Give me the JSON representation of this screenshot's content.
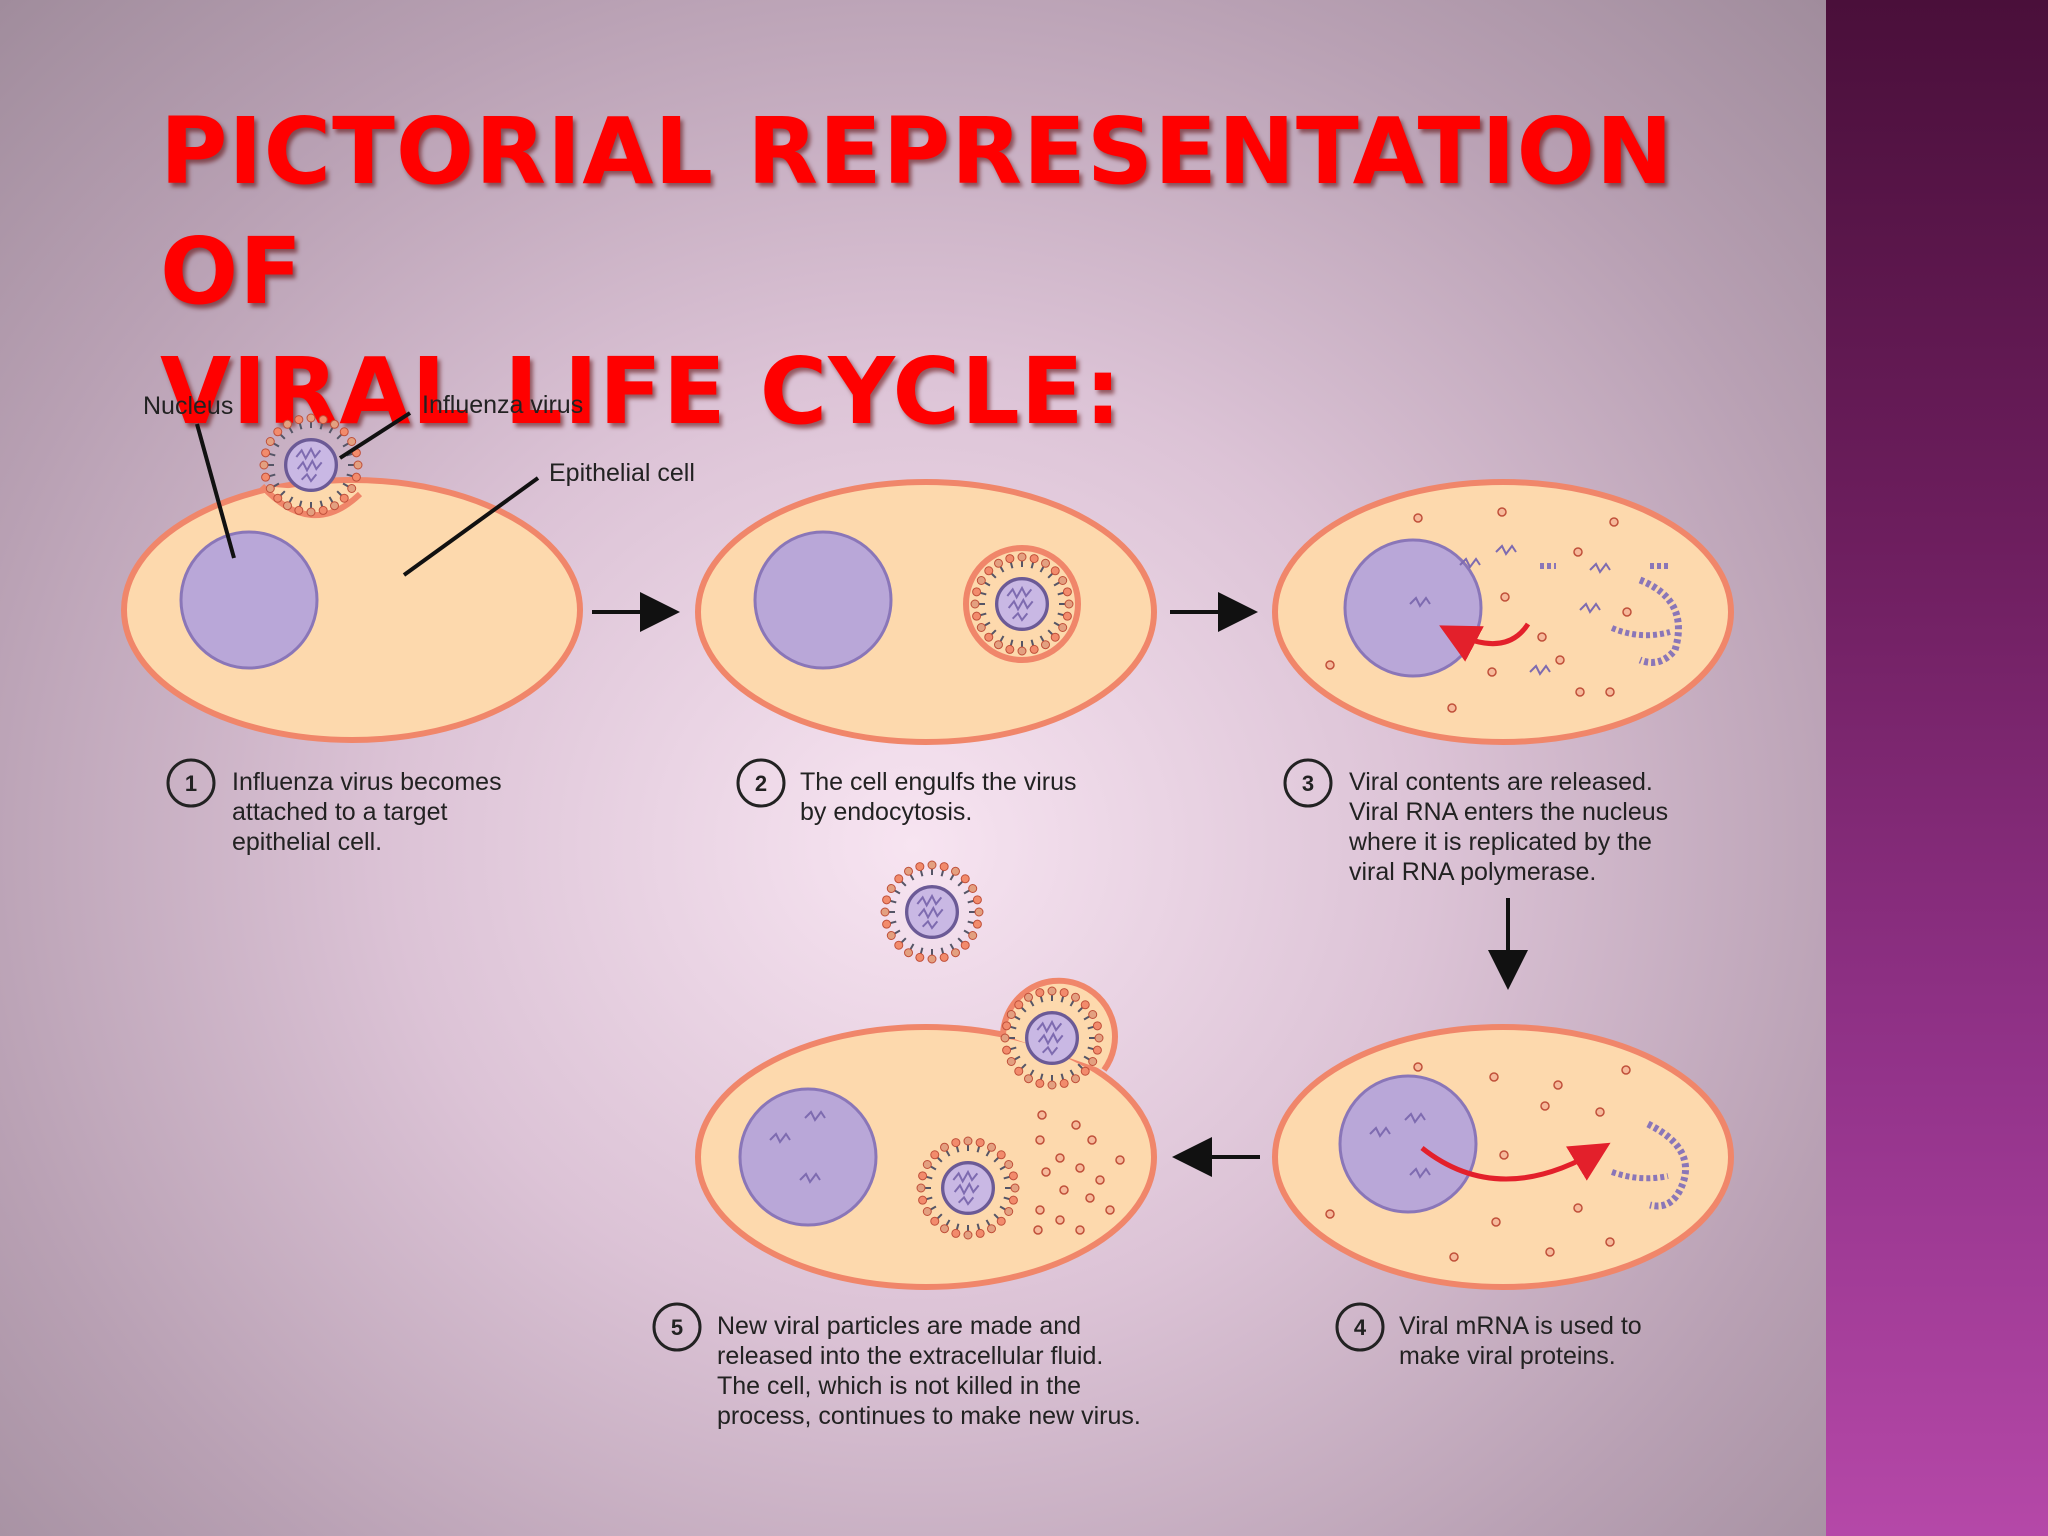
{
  "title_lines": [
    "PICTORIAL REPRESENTATION OF",
    "VIRAL LIFE CYCLE:"
  ],
  "labels": {
    "nucleus": "Nucleus",
    "influenza_virus": "Influenza virus",
    "epithelial_cell": "Epithelial cell"
  },
  "steps": [
    {
      "number": "1",
      "lines": [
        "Influenza virus becomes",
        "attached to a target",
        "epithelial cell."
      ]
    },
    {
      "number": "2",
      "lines": [
        "The cell engulfs the virus",
        "by endocytosis."
      ]
    },
    {
      "number": "3",
      "lines": [
        "Viral contents are released.",
        "Viral RNA enters the nucleus",
        "where it is replicated by the",
        "viral RNA polymerase."
      ]
    },
    {
      "number": "4",
      "lines": [
        "Viral mRNA is used to",
        "make viral proteins."
      ]
    },
    {
      "number": "5",
      "lines": [
        "New viral particles are made and",
        "released into the extracellular fluid.",
        "The cell, which is not killed in the",
        "process, continues to make new virus."
      ]
    }
  ],
  "colors": {
    "title": "#ff0000",
    "cell_fill": "#fdd9ad",
    "cell_border": "#f0866a",
    "nucleus_fill": "#b9a7d8",
    "nucleus_border": "#8a76b8",
    "arrow_red": "#e3202b",
    "sidebar": "#8a2a7c"
  }
}
